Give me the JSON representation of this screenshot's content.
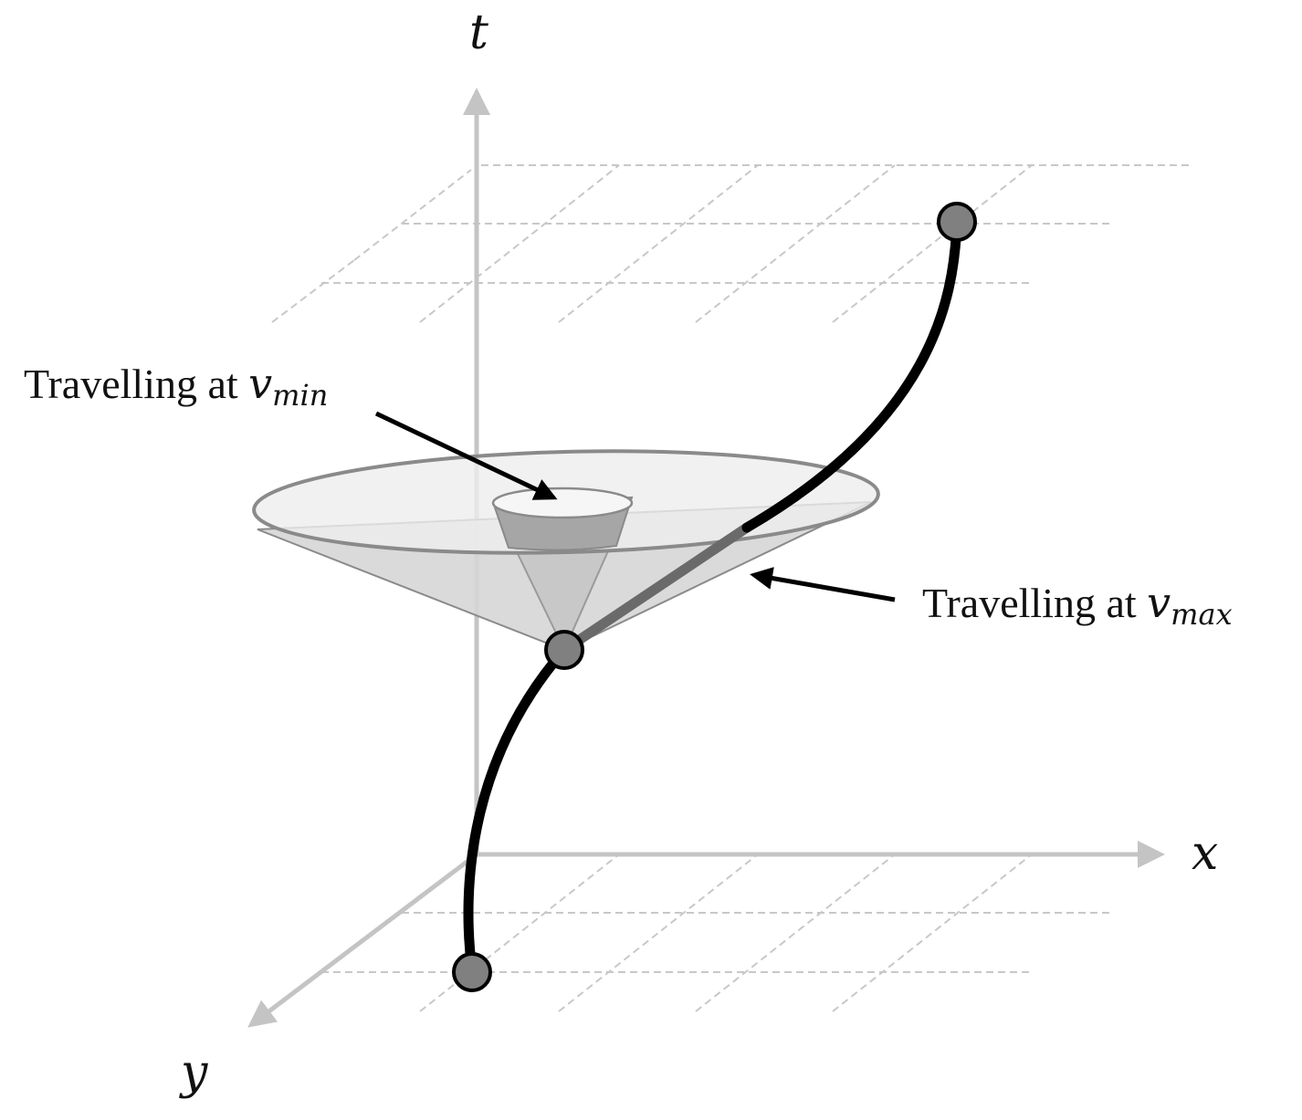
{
  "axes": {
    "t_label": "t",
    "x_label": "x",
    "y_label": "y"
  },
  "annotations": {
    "vmin": {
      "prefix": "Travelling at ",
      "variable": "v",
      "subscript": "min"
    },
    "vmax": {
      "prefix": "Travelling at ",
      "variable": "v",
      "subscript": "max"
    }
  },
  "colors": {
    "axis": "#c4c4c4",
    "dash": "#c8c8c8",
    "trajectory": "#000000",
    "node_fill": "#808080",
    "cone_fill": "#d6d6d6",
    "cone_top": "#eeeeee",
    "cone_stroke": "#8a8a8a",
    "inner_cone": "#a6a6a6",
    "text": "#111111"
  }
}
